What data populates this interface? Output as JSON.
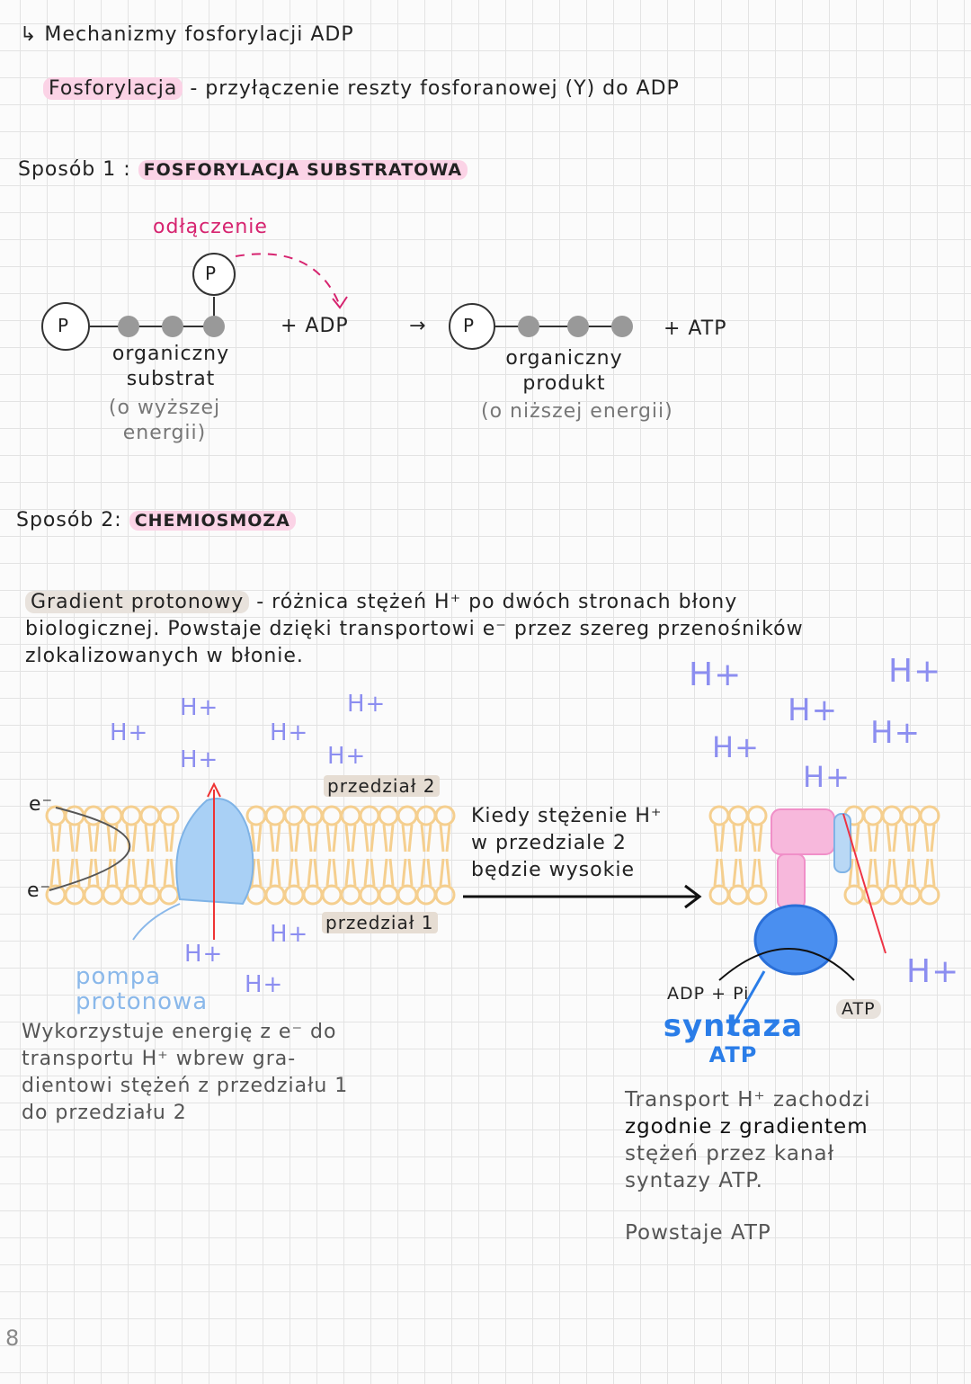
{
  "heading": "↳ Mechanizmy fosforylacji ADP",
  "definition1": {
    "term": "Fosforylacja",
    "text": "- przyłączenie reszty fosforanowej (Y) do ADP"
  },
  "method1": {
    "label": "Sposób 1 :",
    "name": "FOSFORYLACJA SUBSTRATOWA"
  },
  "diagram1": {
    "detach": "odłączenie",
    "p": "P",
    "plus_adp": "+ ADP",
    "arrow": "→",
    "plus_atp": "+ ATP",
    "substrate": "organiczny substrat",
    "substrate_note": "(o wyższej energii)",
    "product": "organiczny produkt",
    "product_note": "(o niższej energii)"
  },
  "method2": {
    "label": "Sposób 2:",
    "name": "CHEMIOSMOZA"
  },
  "definition2": {
    "term": "Gradient protonowy",
    "lines": [
      "- różnica stężeń H⁺ po dwóch stronach błony",
      "biologicznej. Powstaje dzięki transportowi e⁻ przez szereg przenośników",
      "zlokalizowanych w błonie."
    ]
  },
  "diagram2": {
    "hplus": "H+",
    "electron": "e⁻",
    "compartment2": "przedział 2",
    "compartment1": "przedział 1",
    "pump": "pompa protonowa",
    "pump_desc": [
      "Wykorzystuje energię z e⁻ do",
      "transportu H⁺ wbrew gra-",
      "dientowi stężeń z przedziału 1",
      "do przedziału 2"
    ],
    "condition": [
      "Kiedy stężenie H⁺",
      "w przedziale 2",
      "będzie wysokie"
    ],
    "adp_pi": "ADP + Pi",
    "atp": "ATP",
    "synthase": [
      "syntaza",
      "ATP"
    ],
    "transport_desc": [
      "Transport H⁺ zachodzi",
      "zgodnie z gradientem",
      "stężeń przez kanał",
      "syntazy ATP."
    ],
    "result": "Powstaje ATP"
  },
  "page_number": "8",
  "colors": {
    "pink": "#fbd3e6",
    "lipid": "#f5cf8f",
    "pump": "#a9d0f5",
    "hplus": "#8c8ef0",
    "synthase_blue": "#2a7de8",
    "synthase_pink": "#f08fc8",
    "magenta": "#d6236f"
  }
}
